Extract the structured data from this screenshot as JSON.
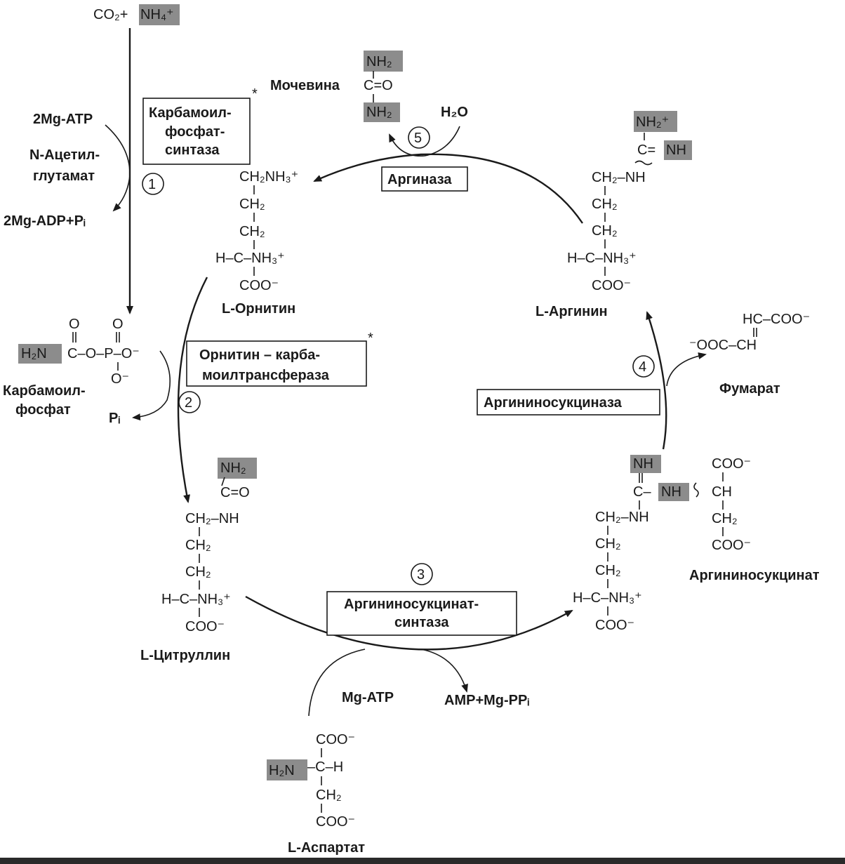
{
  "inputs": {
    "co2": "CO₂+",
    "nh4": "NH₄⁺"
  },
  "step1": {
    "enzyme": [
      "Карбамоил-",
      "фосфат-",
      "синтаза"
    ],
    "in": "2Mg-ATP",
    "activator": [
      "N-Ацетил-",
      "глутамат"
    ],
    "out": "2Mg-ADP+Pᵢ",
    "num": "1"
  },
  "carbamoyl_phosphate": {
    "name": [
      "Карбамоил-",
      "фосфат"
    ],
    "h2n": "H₂N",
    "formula": "C–O–P–O⁻",
    "o_top1": "O",
    "o_top2": "O",
    "o_bottom": "O⁻"
  },
  "step2": {
    "enzyme": [
      "Орнитин – карба-",
      "моилтрансфераза"
    ],
    "out": "Pᵢ",
    "num": "2"
  },
  "citrulline": {
    "nh2": "NH₂",
    "co": "C=O",
    "ch2nh": "CH₂–NH",
    "ch2a": "CH₂",
    "ch2b": "CH₂",
    "hc": "H–C–NH₃⁺",
    "coo": "COO⁻",
    "name": "L-Цитруллин"
  },
  "step3": {
    "enzyme": [
      "Аргининосукцинат-",
      "синтаза"
    ],
    "in": "Mg-ATP",
    "out": "AMP+Mg-PPᵢ",
    "num": "3"
  },
  "aspartate": {
    "coo_top": "COO⁻",
    "h2n": "H₂N",
    "ch": "–C–H",
    "ch2": "CH₂",
    "coo_bot": "COO⁻",
    "name": "L-Аспартат"
  },
  "argininosuccinate": {
    "nh": "NH",
    "c": "C–",
    "nh2": "NH",
    "ch": "CH",
    "coo_top": "COO⁻",
    "ch2r": "CH₂",
    "coo_r": "COO⁻",
    "ch2nh": "CH₂–NH",
    "ch2a": "CH₂",
    "ch2b": "CH₂",
    "hc": "H–C–NH₃⁺",
    "coo": "COO⁻",
    "name": "Аргининосукцинат"
  },
  "step4": {
    "enzyme": "Аргининосукциназа",
    "num": "4"
  },
  "fumarate": {
    "line1": "HC–COO⁻",
    "line2": "⁻OOC–CH",
    "name": "Фумарат"
  },
  "arginine": {
    "nh2": "NH₂⁺",
    "c": "C=",
    "nh": "NH",
    "ch2nh": "CH₂–NH",
    "ch2a": "CH₂",
    "ch2b": "CH₂",
    "hc": "H–C–NH₃⁺",
    "coo": "COO⁻",
    "name": "L-Аргинин"
  },
  "step5": {
    "enzyme": "Аргиназа",
    "in": "H₂O",
    "num": "5"
  },
  "urea": {
    "name": "Мочевина",
    "co": "C=O",
    "nh2_top": "NH₂",
    "nh2_bot": "NH₂"
  },
  "ornithine": {
    "ch2nh3": "CH₂NH₃⁺",
    "ch2a": "CH₂",
    "ch2b": "CH₂",
    "hc": "H–C–NH₃⁺",
    "coo": "COO⁻",
    "name": "L-Орнитин"
  },
  "asterisk": "*"
}
